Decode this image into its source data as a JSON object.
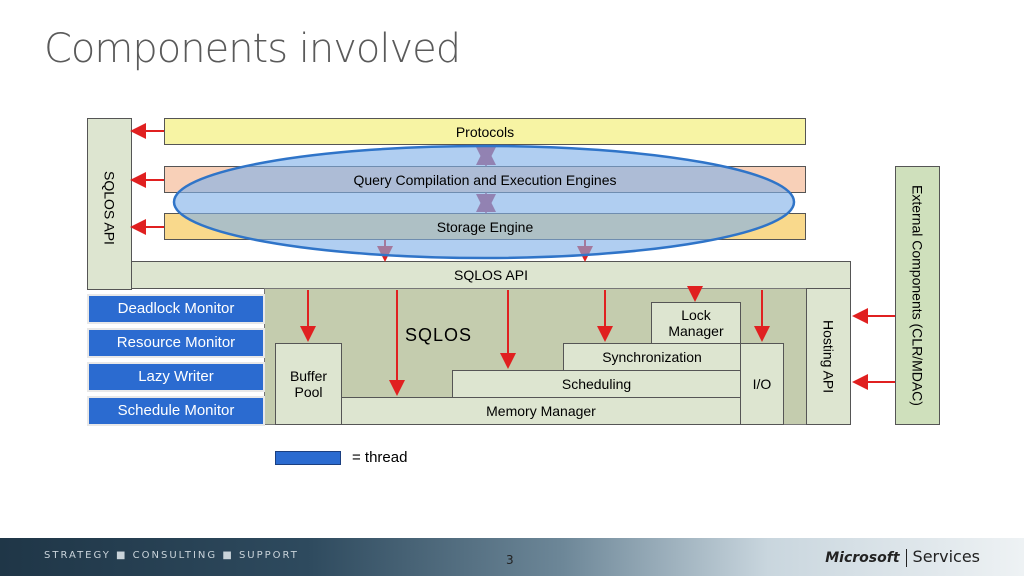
{
  "slide": {
    "title": "Components involved",
    "page_number": "3"
  },
  "footer": {
    "tagline": "STRATEGY ■ CONSULTING ■ SUPPORT",
    "brand_logo": "Microsoft",
    "brand_service": "Services"
  },
  "diagram": {
    "protocols": "Protocols",
    "query_engines": "Query Compilation and Execution Engines",
    "storage_engine": "Storage Engine",
    "sqlos_api_left": "SQLOS API",
    "sqlos_api_bar": "SQLOS API",
    "sqlos": "SQLOS",
    "threads": [
      "Deadlock Monitor",
      "Resource Monitor",
      "Lazy Writer",
      "Schedule Monitor"
    ],
    "buffer_pool_line1": "Buffer",
    "buffer_pool_line2": "Pool",
    "lock_manager_line1": "Lock",
    "lock_manager_line2": "Manager",
    "synchronization": "Synchronization",
    "scheduling": "Scheduling",
    "io": "I/O",
    "memory_manager": "Memory Manager",
    "hosting_api": "Hosting API",
    "external_components": "External Components (CLR/MDAC)",
    "legend": "= thread"
  },
  "colors": {
    "thread": "#2b6bd0",
    "arrow_red": "#e02020",
    "arrow_purple": "#b0385a",
    "ellipse_fill": "#7fb0e8",
    "protocols_fill": "#f7f4a4",
    "query_fill": "#f8d0b8",
    "storage_fill": "#f9d98c"
  }
}
